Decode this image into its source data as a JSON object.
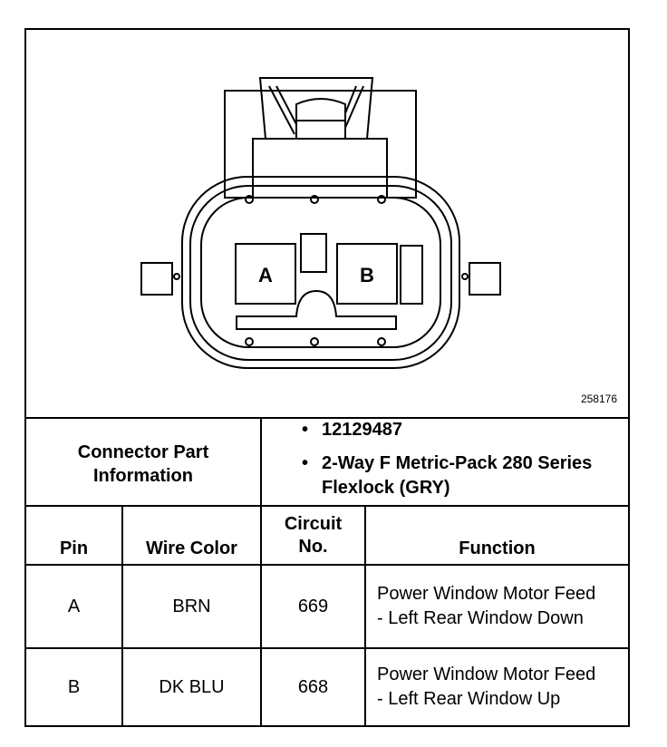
{
  "figure": {
    "id": "258176",
    "cavity_labels": [
      "A",
      "B"
    ]
  },
  "connector_info": {
    "label": "Connector Part Information",
    "items": [
      "12129487",
      "2-Way F Metric-Pack 280 Series Flexlock (GRY)"
    ]
  },
  "table": {
    "headers": {
      "pin": "Pin",
      "wire_color": "Wire Color",
      "circuit_no": "Circuit No.",
      "function": "Function"
    },
    "rows": [
      {
        "pin": "A",
        "wire_color": "BRN",
        "circuit_no": "669",
        "function": "Power Window Motor Feed - Left Rear Window Down"
      },
      {
        "pin": "B",
        "wire_color": "DK BLU",
        "circuit_no": "668",
        "function": "Power Window Motor Feed - Left Rear Window Up"
      }
    ]
  }
}
